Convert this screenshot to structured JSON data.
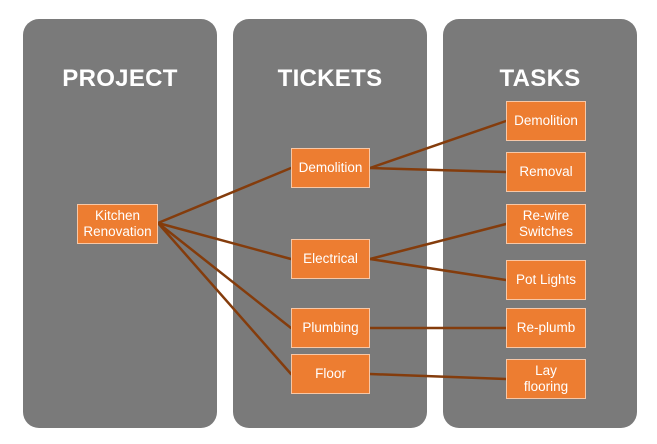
{
  "columns": {
    "project": "PROJECT",
    "tickets": "TICKETS",
    "tasks": "TASKS"
  },
  "project": {
    "label": "Kitchen\nRenovation"
  },
  "tickets": [
    {
      "label": "Demolition"
    },
    {
      "label": "Electrical"
    },
    {
      "label": "Plumbing"
    },
    {
      "label": "Floor"
    }
  ],
  "tasks": [
    {
      "label": "Demolition"
    },
    {
      "label": "Removal"
    },
    {
      "label": "Re-wire\nSwitches"
    },
    {
      "label": "Pot Lights"
    },
    {
      "label": "Re-plumb"
    },
    {
      "label": "Lay\nflooring"
    }
  ],
  "colors": {
    "column_bg": "#7a7a7a",
    "node_fill": "#ed7d31",
    "connector": "#843c0c"
  }
}
